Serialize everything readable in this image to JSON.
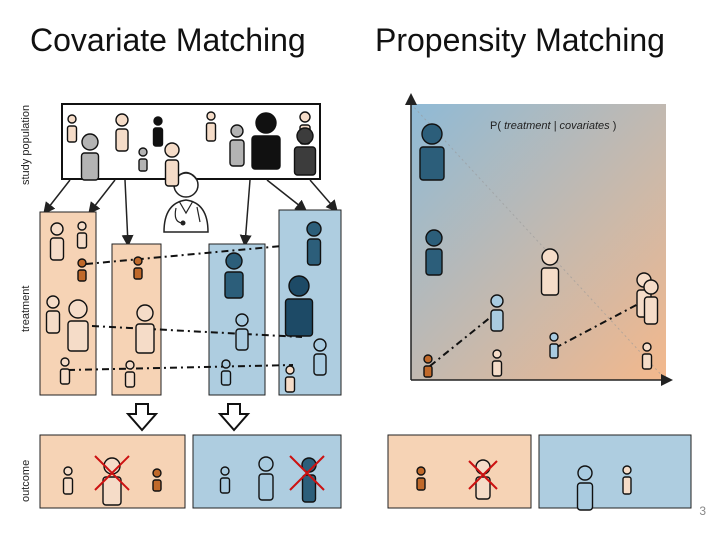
{
  "titles": {
    "left": "Covariate Matching",
    "right": "Propensity Matching"
  },
  "side_labels": {
    "study_population": "study population",
    "treatment": "treatment",
    "outcome": "outcome"
  },
  "plot_label": {
    "prefix": "P( ",
    "italic": "treatment | covariates",
    "suffix": " )"
  },
  "page_number": "3",
  "colors": {
    "light": "#f5dcc8",
    "grey": "#b3b3b3",
    "darkgrey": "#3c3c3c",
    "black": "#111111",
    "brown": "#c0692a",
    "lightblue": "#a9cbe0",
    "midblue": "#2c5e7a",
    "navy": "#1d4a66",
    "peach": "#f6d3b5",
    "paleblue": "#aecde0",
    "cross": "#cc1111",
    "gradient_top_left": "#8fbad6",
    "gradient_bottom_right": "#f3b88c"
  }
}
